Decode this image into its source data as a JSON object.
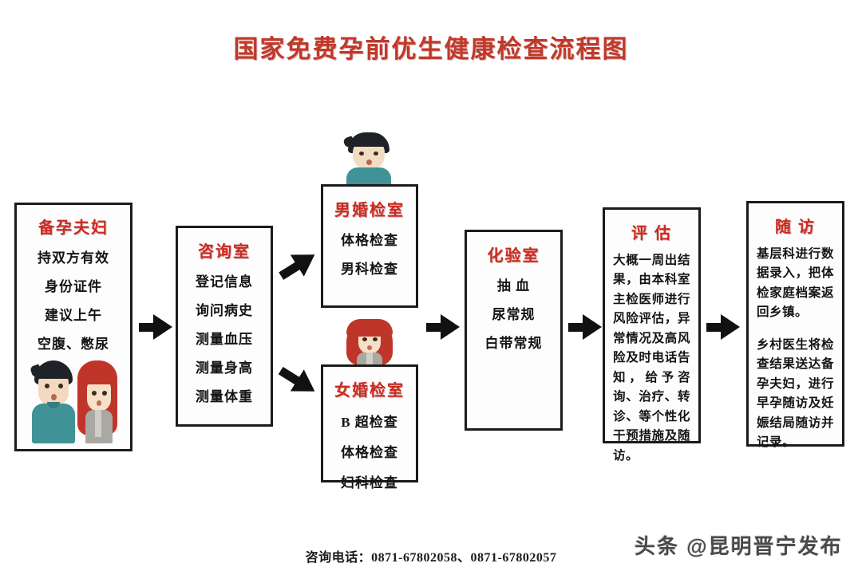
{
  "title": "国家免费孕前优生健康检查流程图",
  "boxes": {
    "couple": {
      "title": "备孕夫妇",
      "lines": [
        "持双方有效",
        "身份证件",
        "建议上午",
        "空腹、憋尿"
      ],
      "illustration": "couple-illustration"
    },
    "consult": {
      "title": "咨询室",
      "lines": [
        "登记信息",
        "询问病史",
        "测量血压",
        "测量身高",
        "测量体重"
      ]
    },
    "male": {
      "title": "男婚检室",
      "lines": [
        "体格检查",
        "男科检查"
      ],
      "illustration": "male-avatar"
    },
    "female": {
      "title": "女婚检室",
      "lines": [
        "B 超检查",
        "体格检查",
        "妇科检查"
      ],
      "illustration": "female-avatar"
    },
    "lab": {
      "title": "化验室",
      "lines": [
        "抽 血",
        "尿常规",
        "白带常规"
      ]
    },
    "assess": {
      "title": "评 估",
      "paragraphs": [
        "大概一周出结果，由本科室主检医师进行风险评估，异常情况及高风险及时电话告知，给予咨询、治疗、转诊、等个性化干预措施及随访。"
      ]
    },
    "follow": {
      "title": "随 访",
      "paragraphs": [
        "基层科进行数据录入，把体检家庭档案返回乡镇。",
        "乡村医生将检查结果送达备孕夫妇，进行早孕随访及妊娠结局随访并记录。"
      ]
    }
  },
  "arrows": [
    {
      "name": "arrow-couple-to-consult",
      "direction": "right"
    },
    {
      "name": "arrow-consult-to-male",
      "direction": "up-right"
    },
    {
      "name": "arrow-consult-to-female",
      "direction": "down-right"
    },
    {
      "name": "arrow-male-to-lab",
      "direction": "down-right"
    },
    {
      "name": "arrow-female-to-lab",
      "direction": "up-right"
    },
    {
      "name": "arrow-exams-to-lab",
      "direction": "right"
    },
    {
      "name": "arrow-lab-to-assess",
      "direction": "right"
    },
    {
      "name": "arrow-assess-to-follow",
      "direction": "right"
    }
  ],
  "footer": {
    "phone_line": "咨询电话：0871-67802058、0871-67802057"
  },
  "watermark": {
    "text": "头条 @昆明晋宁发布"
  },
  "colors": {
    "title_red": "#c0392b",
    "box_title_red": "#cc2a20",
    "text_black": "#141414",
    "border_black": "#1b1b1b",
    "background": "#ffffff"
  }
}
